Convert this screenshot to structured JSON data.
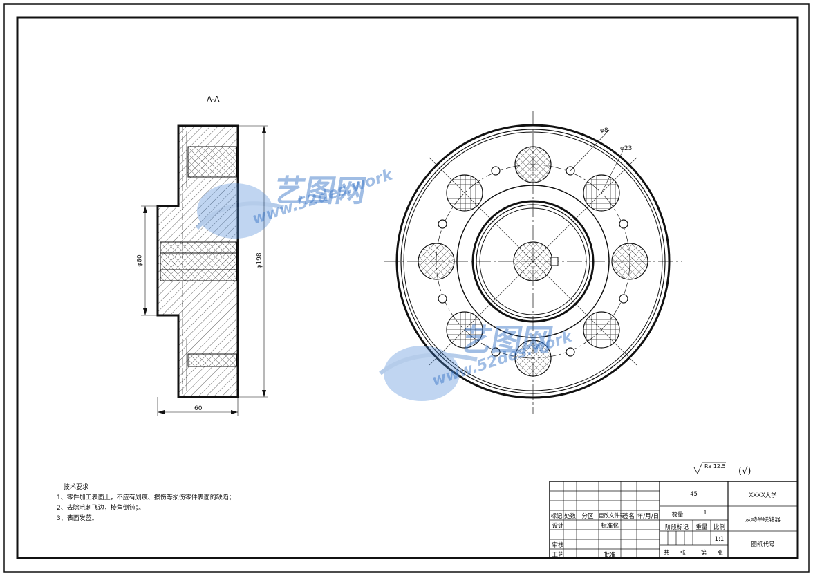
{
  "section_label": "A-A",
  "dimensions": {
    "d_inner": "φ80",
    "d_outer": "φ198",
    "width": "60",
    "hole_small": "φ8",
    "hole_large": "φ23"
  },
  "surface_roughness": {
    "symbol_text": "Ra 12.5",
    "note": "(√)"
  },
  "tech_requirements": {
    "title": "技术要求",
    "items": [
      "1、零件加工表面上，不应有划痕、擦伤等损伤零件表面的缺陷；",
      "2、去除毛刺飞边，棱角倒钝；。",
      "3、表面发蓝。"
    ]
  },
  "title_block": {
    "material": "45",
    "school": "XXXX大学",
    "part_name": "从动半联轴器",
    "quantity_label": "数量",
    "quantity_value": "1",
    "stage_label": "阶段标记",
    "weight_label": "重量",
    "scale_label": "比例",
    "scale_value": "1:1",
    "drawing_no_label": "图纸代号",
    "total_label": "共",
    "sheet_unit": "张",
    "page_label": "第",
    "row_labels": {
      "mark": "标记",
      "count": "处数",
      "zone": "分区",
      "change_doc": "更改文件号",
      "sign": "签名",
      "date": "年/月/日",
      "design": "设计",
      "standard": "标准化",
      "review": "审核",
      "process": "工艺",
      "approve": "批准"
    }
  },
  "watermark": {
    "brand": "艺图网",
    "url": "www.52des.work"
  }
}
